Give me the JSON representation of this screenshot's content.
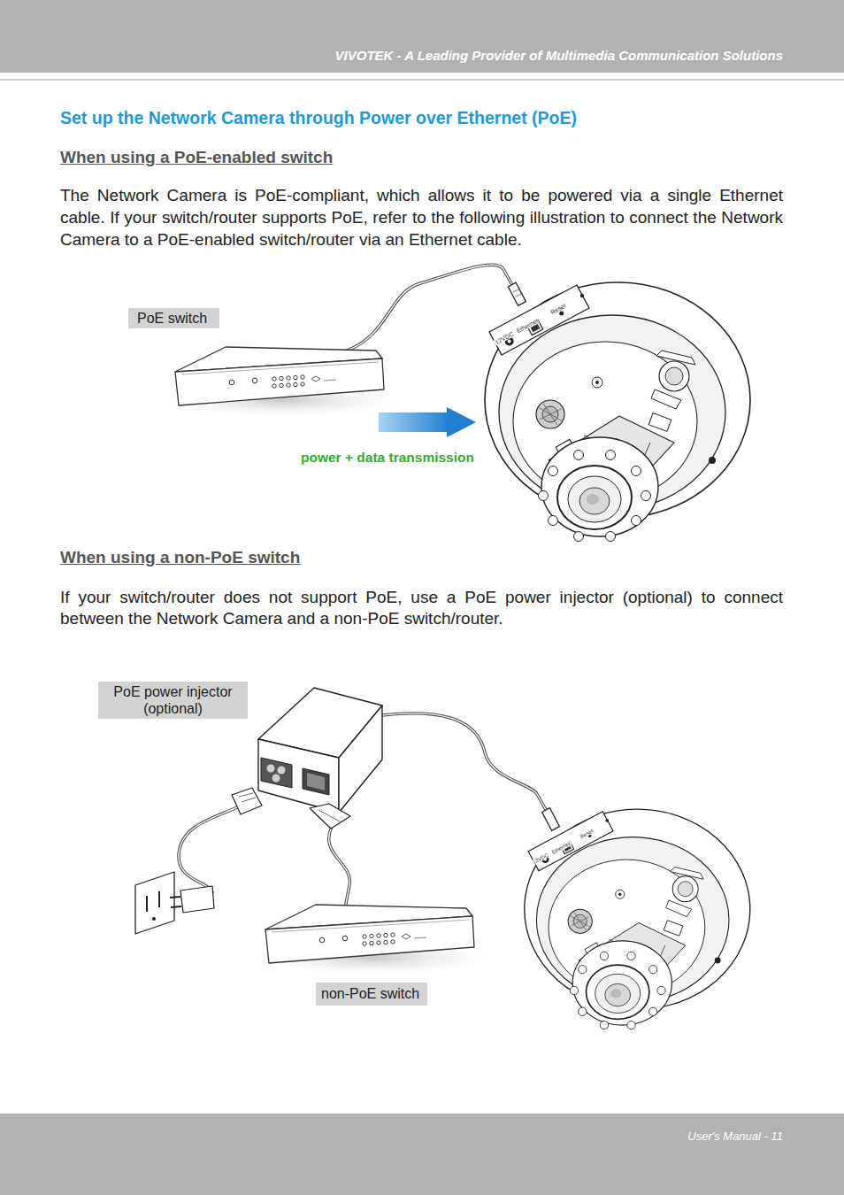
{
  "diagram": {
    "title": "Set up the Network Camera through Power over Ethernet (PoE)",
    "nodes": [
      {
        "text": [
          "PoE switch"
        ]
      },
      {
        "text": [
          "PoE power injector (optional)"
        ]
      },
      {
        "text": [
          "non-PoE switch"
        ]
      }
    ],
    "labels": [
      "VIVOTEK - A Leading Provider of Multimedia Communication Solutions",
      "When using a PoE-enabled switch",
      "The Network Camera is PoE-compliant, which allows it to be powered via a single Ethernet cable. If your switch/router supports PoE, refer to the following illustration to connect the Network Camera to a PoE-enabled switch/router via an Ethernet cable.",
      "12VDC",
      "Ethernet",
      "Reset",
      "power + data transmission",
      "When using a non-PoE switch",
      "If your switch/router does not support PoE, use a PoE power injector (optional) to connect between the Network Camera and a non-PoE switch/router.",
      "12VDC",
      "Ethernet",
      "Reset",
      "User's Manual - 11"
    ]
  }
}
